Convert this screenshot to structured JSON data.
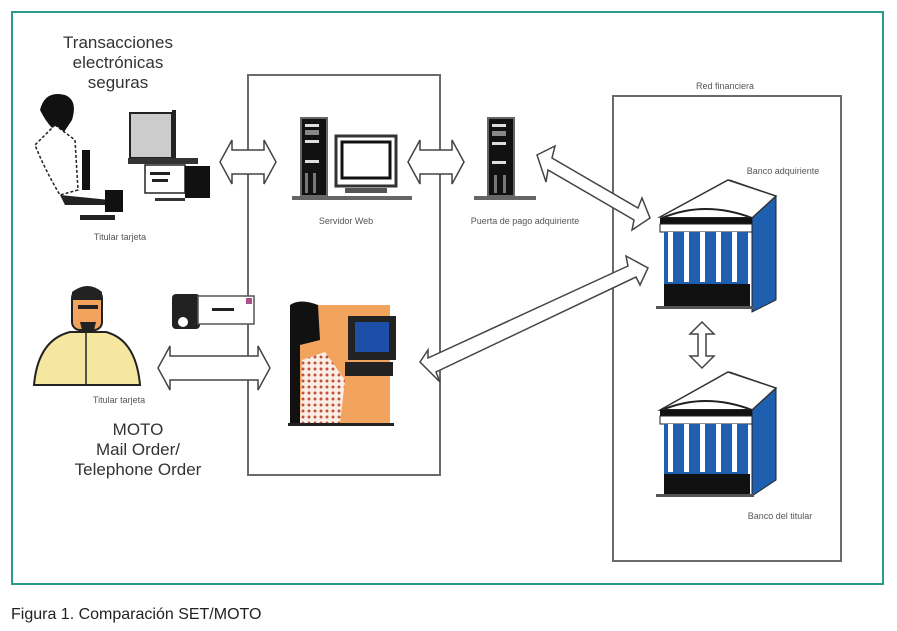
{
  "diagram": {
    "top_group": {
      "title_lines": [
        "Transacciones",
        "electrónicas",
        "seguras"
      ],
      "cardholder_label": "Titular tarjeta"
    },
    "bottom_group": {
      "cardholder_label": "Titular tarjeta",
      "title_lines": [
        "MOTO",
        "Mail Order/",
        "Telephone Order"
      ]
    },
    "merchant": {
      "web_server_label": "Servidor Web"
    },
    "gateway_label": "Puerta de pago adquiriente",
    "financial_network": {
      "title": "Red financiera",
      "acquirer_bank_label": "Banco adquiriente",
      "issuer_bank_label": "Banco del titular"
    },
    "colors": {
      "frame": "#2a9a8c",
      "bank_blue": "#1f5fb0",
      "skin": "#f2a35e",
      "jacket": "#f5e7a0",
      "screen_blue": "#1e4fa8"
    }
  },
  "caption": "Figura 1. Comparación SET/MOTO"
}
